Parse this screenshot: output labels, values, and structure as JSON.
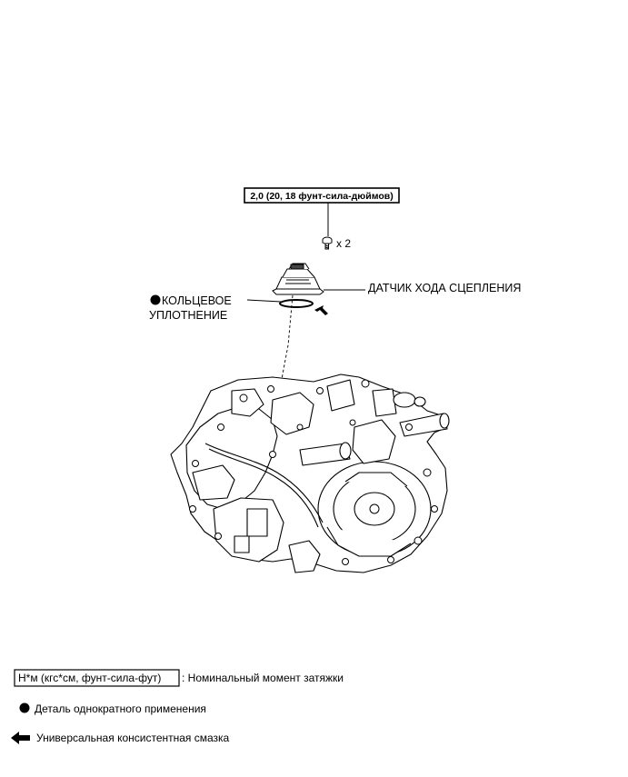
{
  "callouts": {
    "torque": "2,0 (20, 18 фунт-сила-дюймов)",
    "bolt_qty": "x 2",
    "sensor": "ДАТЧИК ХОДА СЦЕПЛЕНИЯ",
    "oring_line1": "КОЛЬЦЕВОЕ",
    "oring_line2": "УПЛОТНЕНИЕ"
  },
  "legend": {
    "torque_units": "Н*м (кгс*см, фунт-сила-фут)",
    "torque_desc": ": Номинальный момент затяжки",
    "nonreusable_desc": "Деталь однократного применения",
    "grease_desc": "Универсальная консистентная смазка"
  },
  "icons": {
    "nonreusable": "filled-circle-icon",
    "grease": "left-arrow-icon",
    "oring_grease": "diagonal-arrow-icon"
  }
}
